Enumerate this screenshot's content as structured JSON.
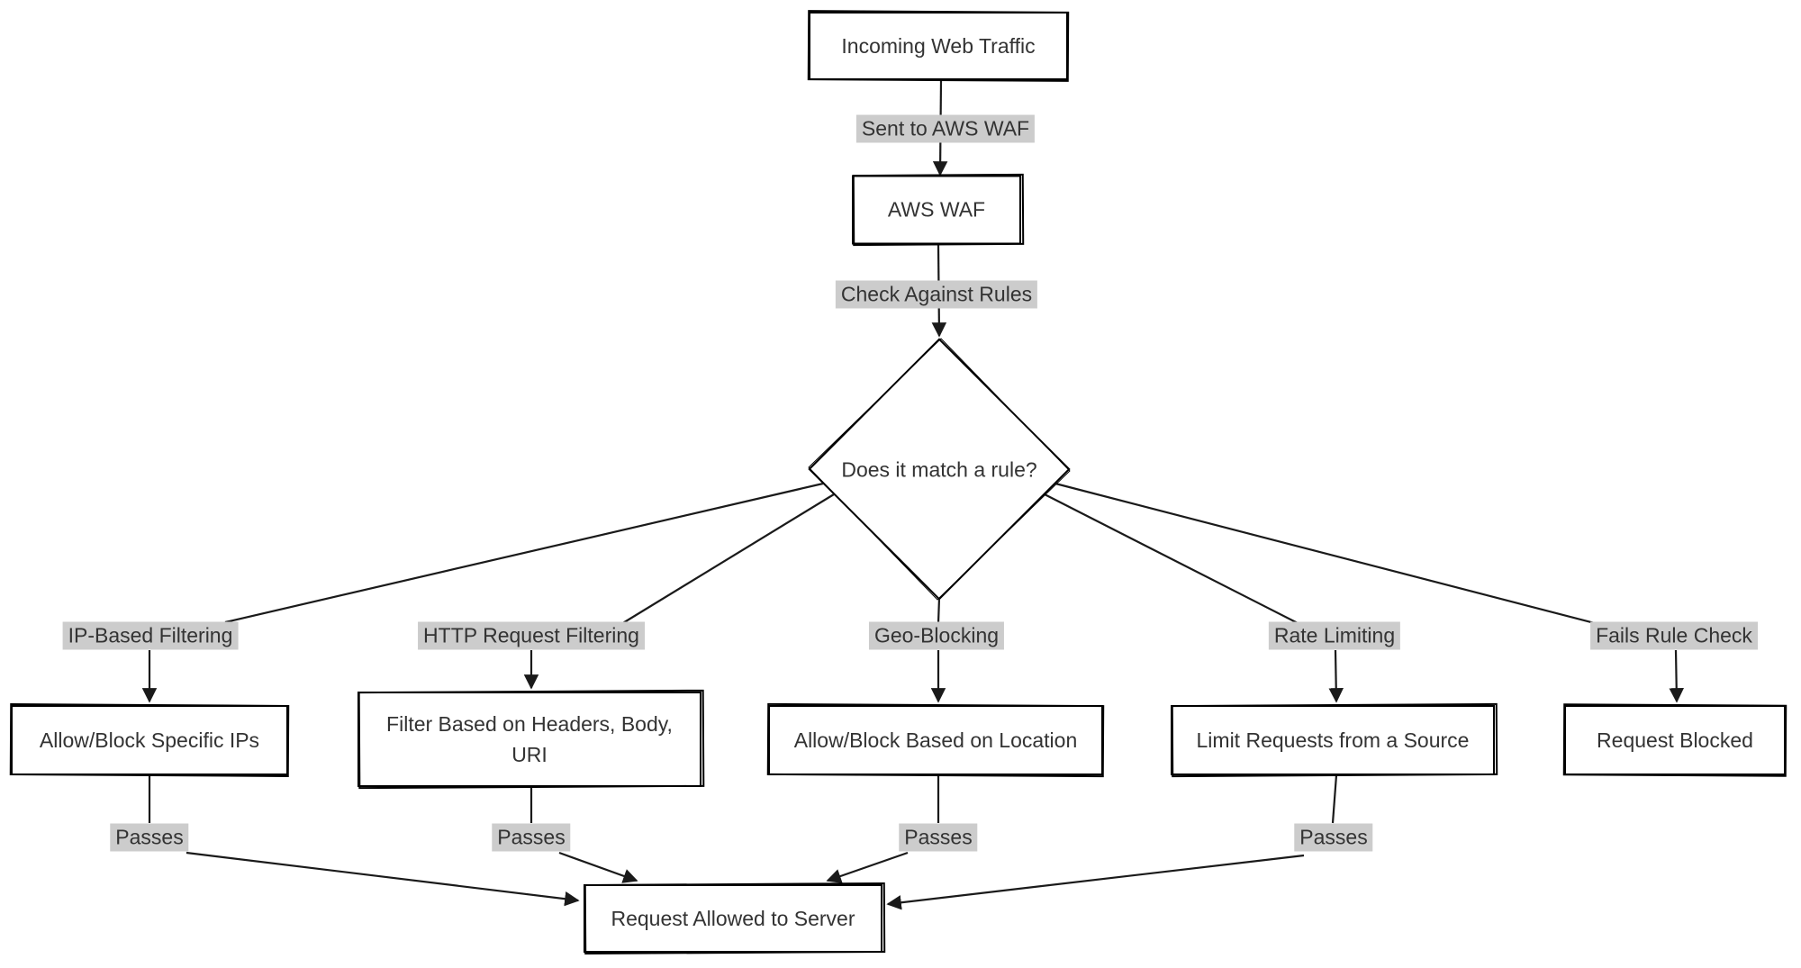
{
  "diagram": {
    "type": "flowchart",
    "nodes": {
      "incoming": "Incoming Web Traffic",
      "waf": "AWS WAF",
      "decision": "Does it match a rule?",
      "ip_action": "Allow/Block Specific IPs",
      "http_action": "Filter Based on Headers, Body, URI",
      "geo_action": "Allow/Block Based on Location",
      "rate_action": "Limit Requests from a Source",
      "blocked": "Request Blocked",
      "allowed": "Request Allowed to Server"
    },
    "edge_labels": {
      "sent_to_waf": "Sent to AWS WAF",
      "check_rules": "Check Against Rules",
      "ip_filtering": "IP-Based Filtering",
      "http_filtering": "HTTP Request Filtering",
      "geo_blocking": "Geo-Blocking",
      "rate_limiting": "Rate Limiting",
      "fails_check": "Fails Rule Check",
      "passes_ip": "Passes",
      "passes_http": "Passes",
      "passes_geo": "Passes",
      "passes_rate": "Passes"
    },
    "colors": {
      "background": "#ffffff",
      "node_fill": "#ffffff",
      "node_border": "#000000",
      "edge_stroke": "#1a1a1a",
      "edge_label_bg": "#cccccc",
      "text": "#333333"
    }
  }
}
